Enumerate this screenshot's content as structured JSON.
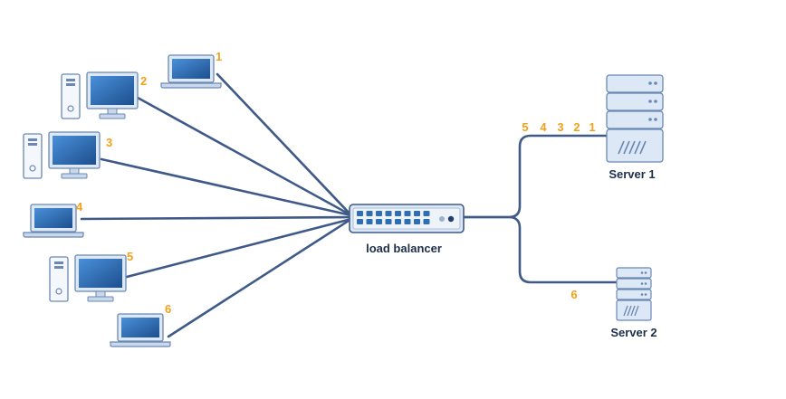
{
  "diagram": {
    "clients": [
      {
        "id": "1",
        "device": "laptop-icon"
      },
      {
        "id": "2",
        "device": "desktop-computer-icon"
      },
      {
        "id": "3",
        "device": "desktop-computer-icon"
      },
      {
        "id": "4",
        "device": "laptop-icon"
      },
      {
        "id": "5",
        "device": "desktop-computer-icon"
      },
      {
        "id": "6",
        "device": "laptop-icon"
      }
    ],
    "load_balancer": {
      "label": "load balancer",
      "icon": "network-switch-icon"
    },
    "servers": [
      {
        "label": "Server 1",
        "icon": "server-rack-icon",
        "request_queue": [
          "5",
          "4",
          "3",
          "2",
          "1"
        ]
      },
      {
        "label": "Server 2",
        "icon": "server-rack-icon",
        "request_queue": [
          "6"
        ]
      }
    ],
    "colors": {
      "line": "#3f5a88",
      "number": "#f5a01a",
      "label": "#1e2f4a",
      "device_fill": "#dce8f6",
      "device_stroke": "#6a88b3",
      "screen": "#2e6fb3"
    }
  }
}
